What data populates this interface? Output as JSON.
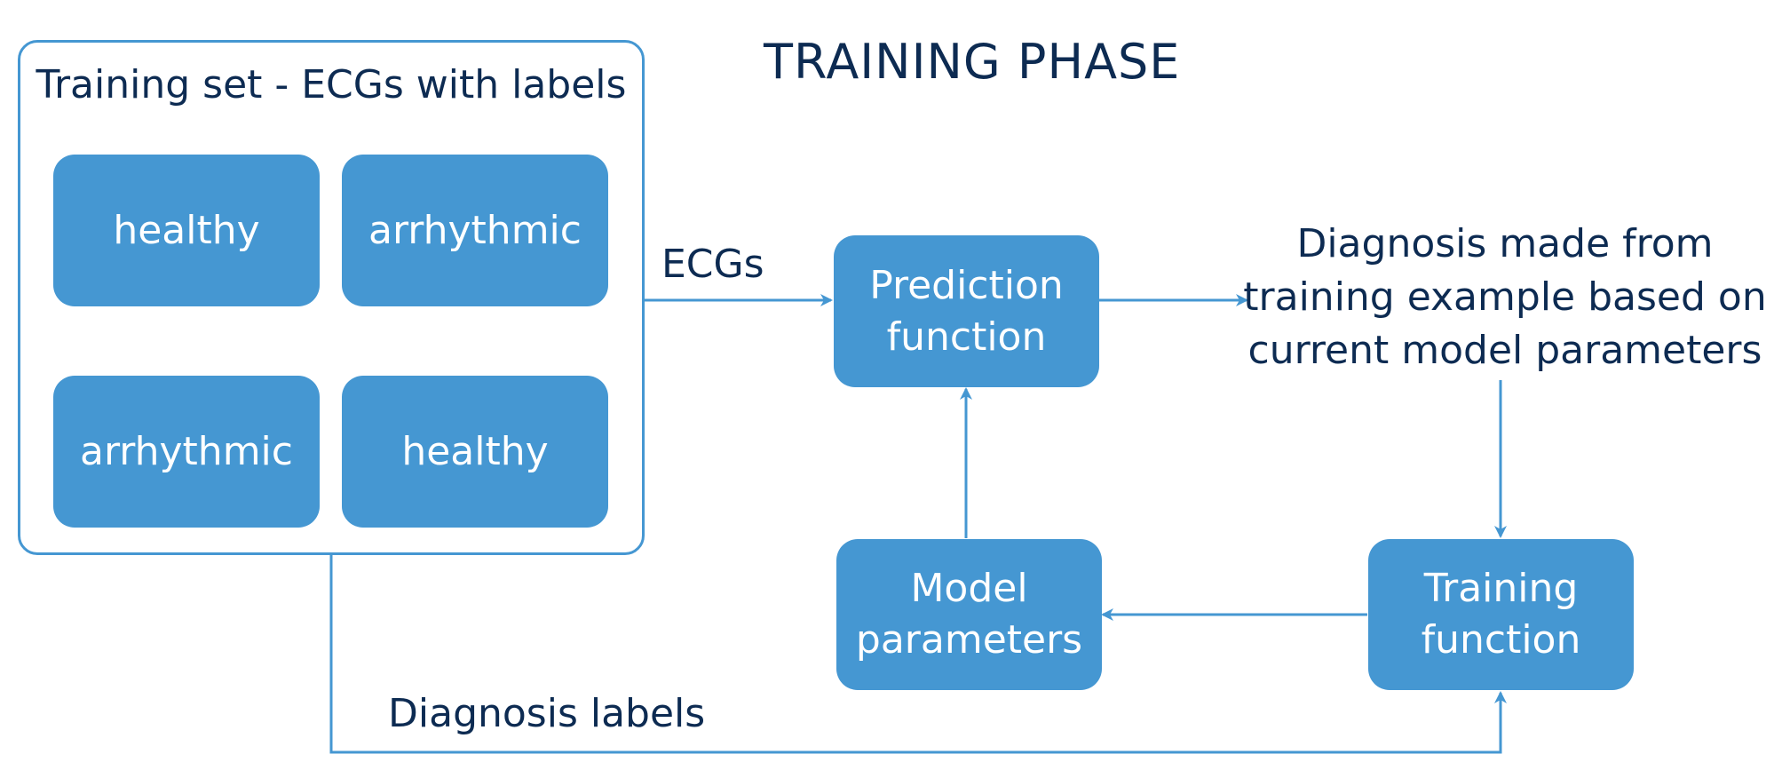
{
  "title": "TRAINING PHASE",
  "training_set": {
    "label": "Training set - ECGs with labels",
    "items": [
      {
        "label": "healthy"
      },
      {
        "label": "arrhythmic"
      },
      {
        "label": "arrhythmic"
      },
      {
        "label": "healthy"
      }
    ]
  },
  "nodes": {
    "prediction_function": "Prediction\nfunction",
    "model_parameters": "Model\nparameters",
    "training_function": "Training\nfunction"
  },
  "edge_labels": {
    "ecgs": "ECGs",
    "diagnosis_labels": "Diagnosis labels"
  },
  "diagnosis_output": "Diagnosis made from\ntraining example based on\ncurrent model parameters",
  "colors": {
    "box_fill": "#4597d2",
    "text_dark": "#0d2b52",
    "line": "#4597d2"
  }
}
